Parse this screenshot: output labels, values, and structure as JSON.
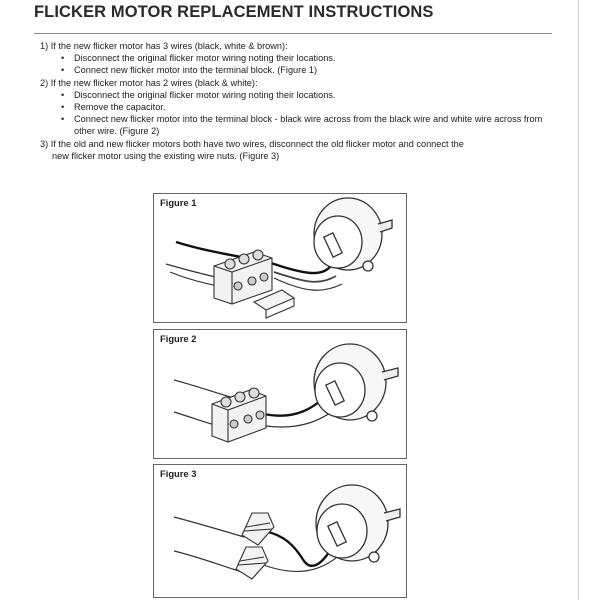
{
  "page": {
    "title": "FLICKER MOTOR REPLACEMENT INSTRUCTIONS"
  },
  "steps": [
    {
      "text": "1) If the new flicker motor has 3 wires (black, white & brown):",
      "bullets": [
        "Disconnect the original flicker motor wiring noting their locations.",
        "Connect new flicker motor into the terminal block. (Figure 1)"
      ]
    },
    {
      "text": "2) If the new flicker motor has 2 wires (black & white):",
      "bullets": [
        "Disconnect the original flicker motor wiring noting their locations.",
        "Remove the capacitor.",
        "Connect new flicker motor into the terminal block - black wire across from the black wire and white wire across from other wire. (Figure 2)"
      ]
    },
    {
      "text": "3) If the old and new flicker motors both have two wires, disconnect the old flicker motor and connect the",
      "continuation": "new flicker motor using the existing wire nuts. (Figure 3)"
    }
  ],
  "figures": [
    {
      "label": "Figure 1"
    },
    {
      "label": "Figure 2"
    },
    {
      "label": "Figure 3"
    }
  ]
}
